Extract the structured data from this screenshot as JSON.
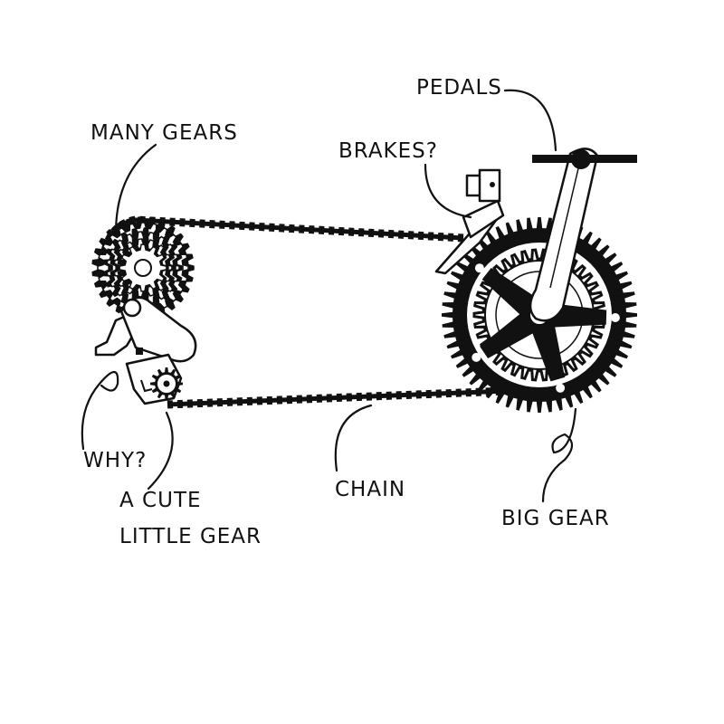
{
  "colors": {
    "ink": "#111111",
    "paper": "#ffffff"
  },
  "labels": {
    "pedals": "PEDALS",
    "many_gears": "MANY GEARS",
    "brakes": "BRAKES?",
    "why": "WHY?",
    "cute_line1": "A CUTE",
    "cute_line2": "LITTLE GEAR",
    "chain": "CHAIN",
    "big_gear": "BIG GEAR"
  },
  "parts": {
    "big_gear_teeth": 56,
    "inner_ring_teeth": 38,
    "cassette_sprockets": [
      27,
      24,
      21,
      19,
      17,
      15,
      13,
      12
    ],
    "crank_arms": 5
  }
}
